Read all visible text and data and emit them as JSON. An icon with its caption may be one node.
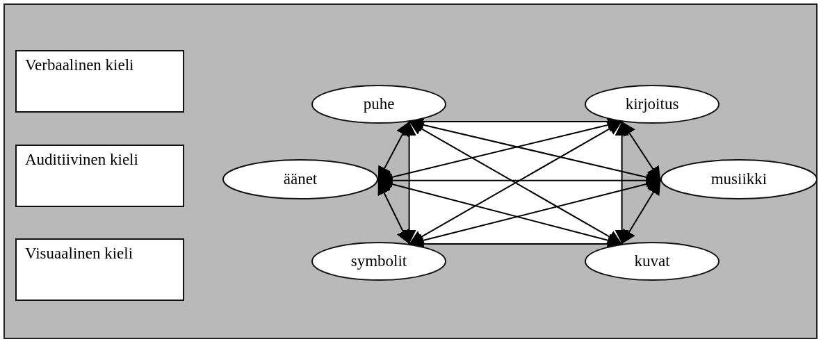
{
  "diagram": {
    "nodes": [
      {
        "text": [
          "Verbaalinen kieli"
        ]
      },
      {
        "text": [
          "Auditiivinen kieli"
        ]
      },
      {
        "text": [
          "Visuaalinen kieli"
        ]
      },
      {
        "text": [
          "puhe"
        ]
      },
      {
        "text": [
          "kirjoitus"
        ]
      },
      {
        "text": [
          "äänet"
        ]
      },
      {
        "text": [
          "musiikki"
        ]
      },
      {
        "text": [
          "symbolit"
        ]
      },
      {
        "text": [
          "kuvat"
        ]
      }
    ],
    "edges": [
      {
        "from": 3,
        "to": 4,
        "arrow": "both"
      },
      {
        "from": 3,
        "to": 5,
        "arrow": "both"
      },
      {
        "from": 3,
        "to": 6,
        "arrow": "both"
      },
      {
        "from": 3,
        "to": 7,
        "arrow": "both"
      },
      {
        "from": 3,
        "to": 8,
        "arrow": "both"
      },
      {
        "from": 4,
        "to": 5,
        "arrow": "both"
      },
      {
        "from": 4,
        "to": 6,
        "arrow": "both"
      },
      {
        "from": 4,
        "to": 7,
        "arrow": "both"
      },
      {
        "from": 4,
        "to": 8,
        "arrow": "both"
      },
      {
        "from": 5,
        "to": 6,
        "arrow": "both"
      },
      {
        "from": 5,
        "to": 7,
        "arrow": "both"
      },
      {
        "from": 5,
        "to": 8,
        "arrow": "both"
      },
      {
        "from": 6,
        "to": 7,
        "arrow": "both"
      },
      {
        "from": 6,
        "to": 8,
        "arrow": "both"
      },
      {
        "from": 7,
        "to": 8,
        "arrow": "both"
      }
    ]
  }
}
